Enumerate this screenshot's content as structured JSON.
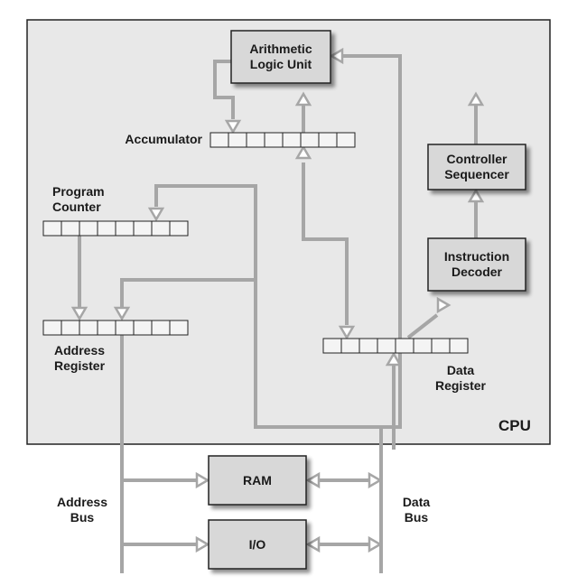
{
  "diagram": {
    "cpu_label": "CPU",
    "boxes": {
      "alu": [
        "Arithmetic",
        "Logic Unit"
      ],
      "controller": [
        "Controller",
        "Sequencer"
      ],
      "decoder": [
        "Instruction",
        "Decoder"
      ],
      "ram": "RAM",
      "io": "I/O"
    },
    "registers": {
      "accumulator": "Accumulator",
      "program_counter": [
        "Program",
        "Counter"
      ],
      "address_register": [
        "Address",
        "Register"
      ],
      "data_register": [
        "Data",
        "Register"
      ]
    },
    "buses": {
      "address_bus": [
        "Address",
        "Bus"
      ],
      "data_bus": [
        "Data",
        "Bus"
      ]
    },
    "register_cells": 8,
    "colors": {
      "cpu_fill": "#e8e8e8",
      "box_fill": "#d8d8d8",
      "arrow": "#a6a6a6",
      "outline": "#222222"
    }
  }
}
